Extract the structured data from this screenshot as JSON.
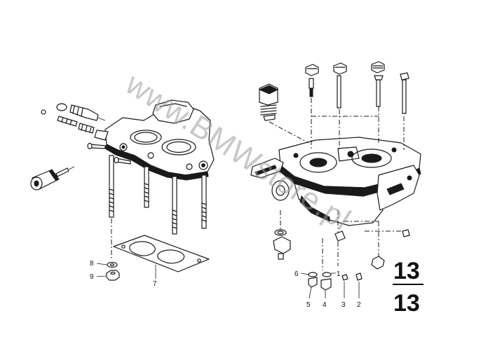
{
  "watermark": "www.BMWstore.pl",
  "section": {
    "top": "13",
    "bottom": "13"
  },
  "callouts": {
    "c1": "1",
    "c2": "2",
    "c3": "3",
    "c4": "4",
    "c5": "5",
    "c6": "6",
    "c7": "7",
    "c8": "8",
    "c9": "9"
  }
}
